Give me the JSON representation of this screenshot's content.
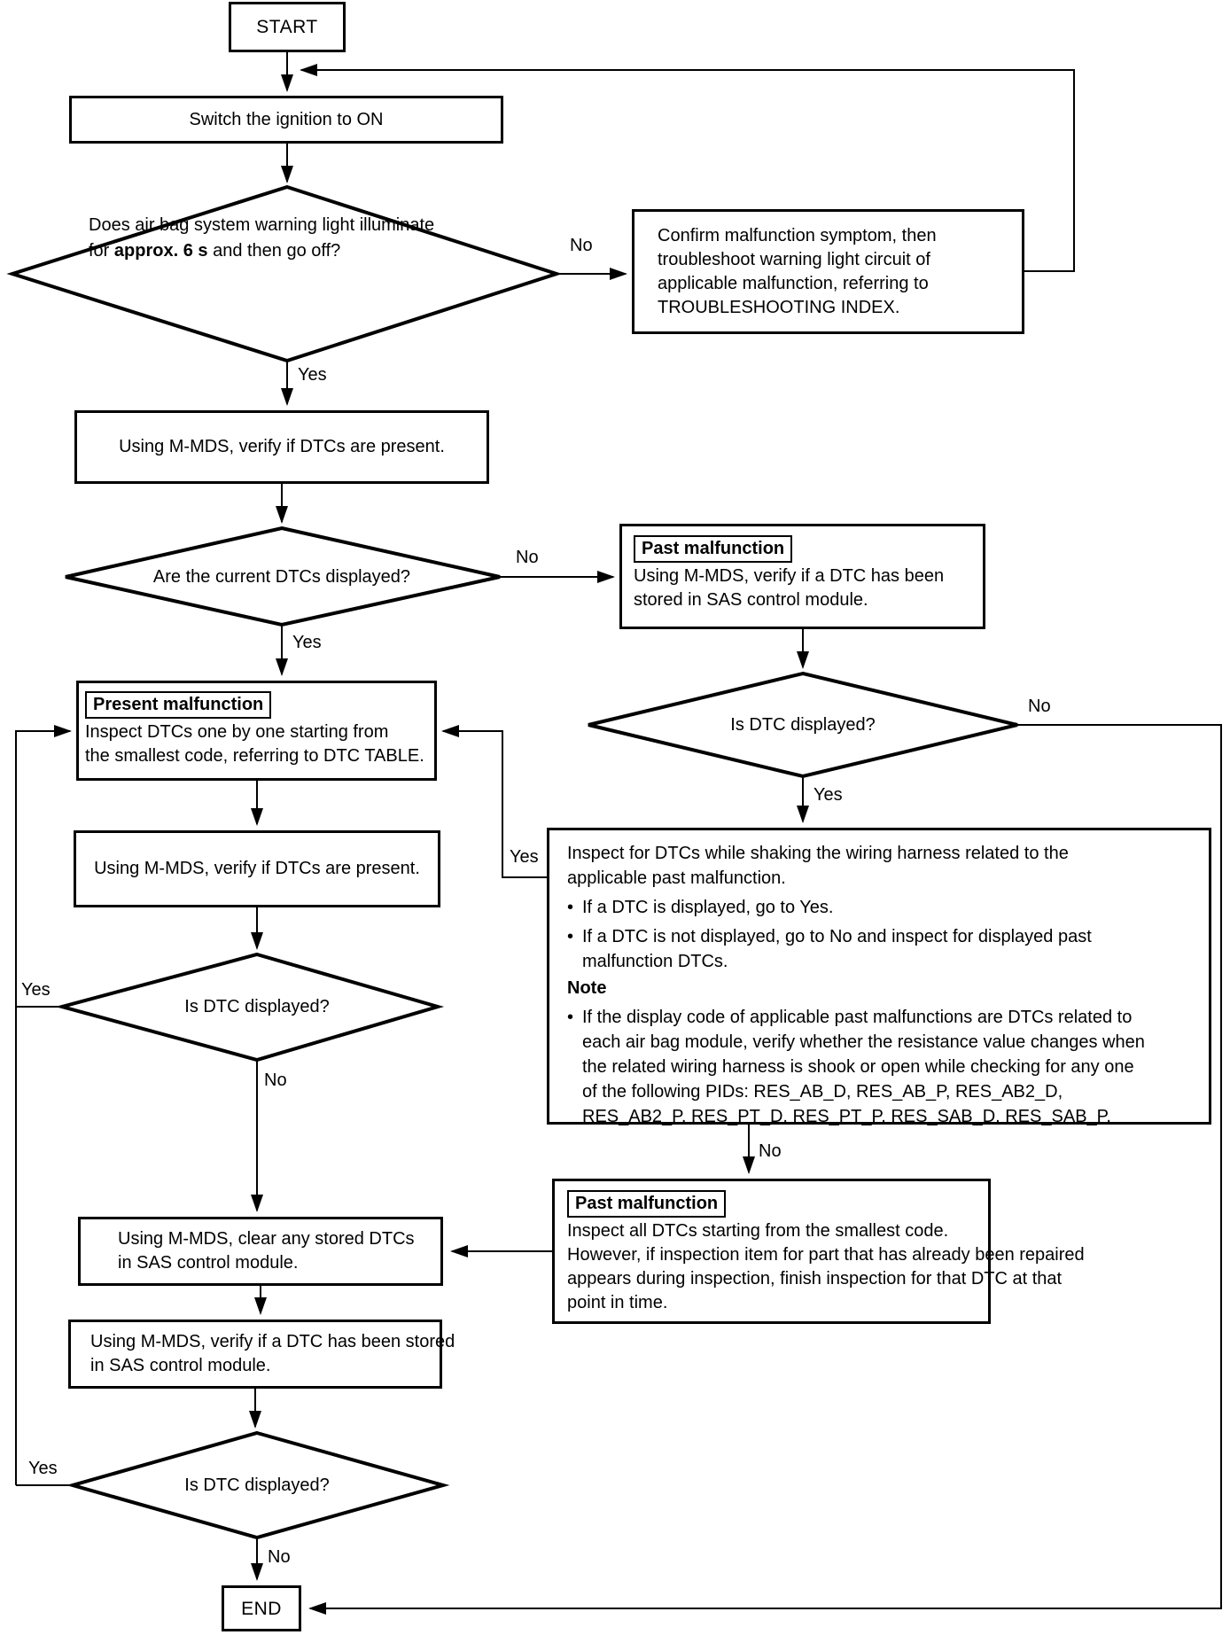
{
  "flow": {
    "start": "START",
    "switch_ignition": "Switch the ignition to ON",
    "d_warning": {
      "line1": "Does air bag system warning light illuminate",
      "line2_pre": "for ",
      "line2_bold": "approx. 6 s",
      "line2_post": " and then go off?",
      "no": "No",
      "yes": "Yes"
    },
    "confirm": {
      "lines": [
        "Confirm malfunction symptom, then",
        "troubleshoot warning light circuit of",
        "applicable malfunction, referring to",
        "TROUBLESHOOTING INDEX."
      ]
    },
    "verify_dtcs_1": "Using M-MDS, verify if DTCs are present.",
    "d_current": {
      "text": "Are the current DTCs displayed?",
      "no": "No",
      "yes": "Yes"
    },
    "past1": {
      "title": "Past malfunction",
      "lines": [
        "Using M-MDS, verify if a DTC has been",
        "stored in SAS control module."
      ]
    },
    "d_dtc_right": {
      "text": "Is DTC displayed?",
      "no": "No",
      "yes": "Yes"
    },
    "present": {
      "title": "Present malfunction",
      "lines": [
        "Inspect DTCs one by one starting from",
        "the smallest code, referring to DTC TABLE."
      ]
    },
    "verify_dtcs_2": "Using M-MDS, verify if DTCs are present.",
    "d_dtc_left": {
      "text": "Is DTC displayed?",
      "yes": "Yes",
      "no": "No"
    },
    "shake": {
      "lines": [
        "Inspect for DTCs while shaking the wiring harness related to the",
        "applicable past malfunction."
      ],
      "bullet1": [
        "If a DTC is displayed, go to Yes."
      ],
      "bullet2": [
        "If a DTC is not displayed, go to No and inspect for displayed past",
        "malfunction DTCs."
      ],
      "note_title": "Note",
      "bullet3": [
        "If the display code of applicable past malfunctions are DTCs related to",
        "each air bag module, verify whether the resistance value changes when",
        "the related wiring harness is shook or open while checking for any one",
        "of the following PIDs: RES_AB_D, RES_AB_P, RES_AB2_D,",
        "RES_AB2_P, RES_PT_D, RES_PT_P, RES_SAB_D, RES_SAB_P."
      ],
      "yes": "Yes",
      "no": "No"
    },
    "past2": {
      "title": "Past malfunction",
      "lines": [
        "Inspect all DTCs starting from the smallest code.",
        "However, if inspection item for part that has already been repaired",
        "appears during inspection, finish inspection for that DTC at that",
        "point in time."
      ]
    },
    "clear": {
      "lines": [
        "Using M-MDS, clear any stored DTCs",
        "in SAS control module."
      ]
    },
    "verify_stored": {
      "lines": [
        "Using M-MDS, verify if a DTC has been stored",
        "in SAS control module."
      ]
    },
    "d_dtc_bottom": {
      "text": "Is DTC displayed?",
      "yes": "Yes",
      "no": "No"
    },
    "end": "END"
  },
  "colors": {
    "ink": "#000000",
    "background": "#ffffff"
  }
}
